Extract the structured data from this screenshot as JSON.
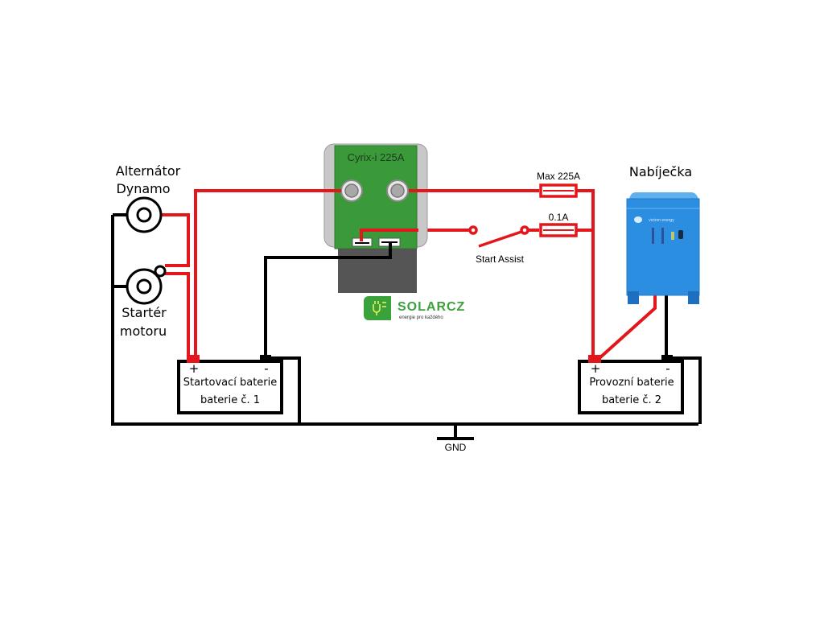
{
  "diagram": {
    "components": {
      "alternator": {
        "label_line1": "Alternátor",
        "label_line2": "Dynamo"
      },
      "starter": {
        "label_line1": "Startér",
        "label_line2": "motoru"
      },
      "relay": {
        "label": "Cyrix-i 225A"
      },
      "logo": {
        "name": "SOLARCZ",
        "tagline": "energie pro každého"
      },
      "charger": {
        "label": "Nabíječka",
        "brand": "victron energy"
      },
      "fuse_main": {
        "label": "Max 225A"
      },
      "fuse_small": {
        "label": "0.1A"
      },
      "switch": {
        "label": "Start Assist"
      },
      "battery1": {
        "line1": "Startovací baterie",
        "line2": "baterie č. 1",
        "plus": "+",
        "minus": "-"
      },
      "battery2": {
        "line1": "Provozní baterie",
        "line2": "baterie č. 2",
        "plus": "+",
        "minus": "-"
      },
      "ground": {
        "label": "GND"
      }
    },
    "colors": {
      "positive_wire": "#e3161b",
      "negative_wire": "#000000",
      "relay_body": "#3a9a3a",
      "relay_frame": "#c8c8c8",
      "relay_base": "#555555",
      "charger_blue": "#2b8ee0",
      "logo_green": "#3aa23a"
    }
  }
}
